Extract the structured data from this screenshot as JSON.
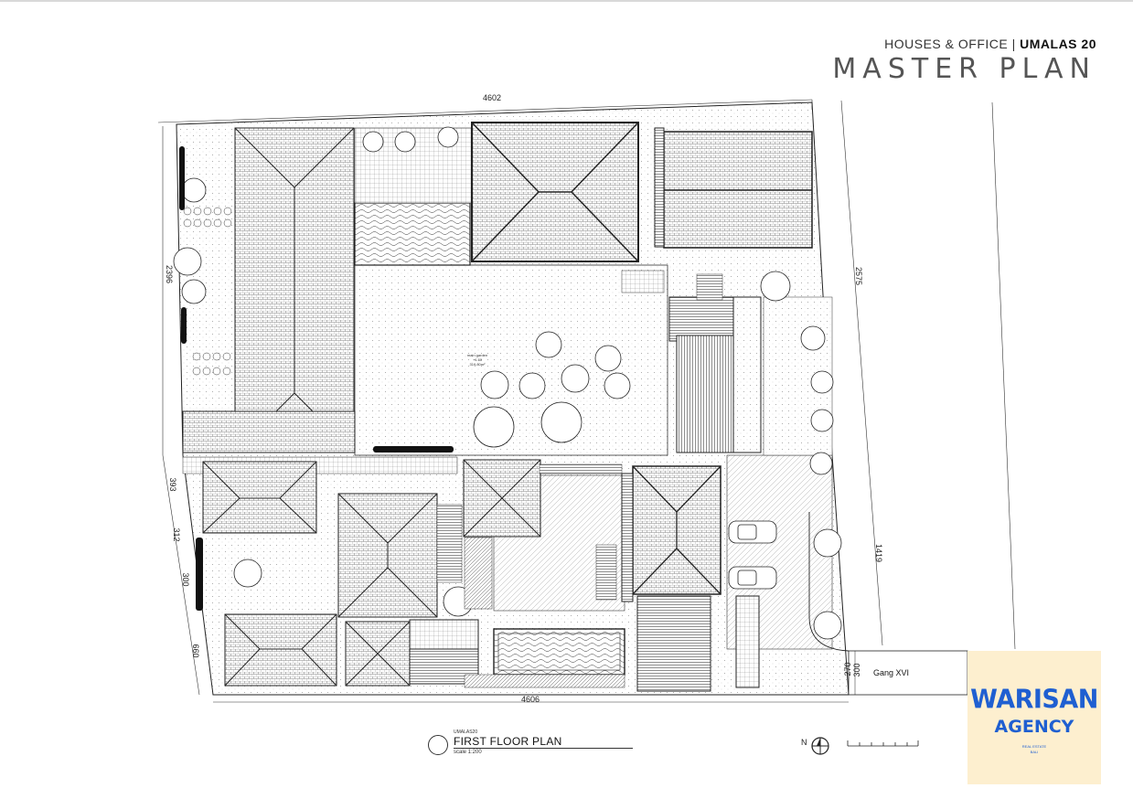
{
  "header": {
    "subtitle_prefix": "HOUSES & OFFICE |",
    "subtitle_project": "UMALAS 20",
    "title": "MASTER PLAN"
  },
  "dimensions": {
    "top": "4602",
    "bottom": "4606",
    "left_1": "2396",
    "left_2": "393",
    "left_3": "312",
    "left_4": "300",
    "left_5": "660",
    "right_1": "2575",
    "right_2": "1419",
    "right_3": "300",
    "right_4": "270"
  },
  "labels": {
    "road": "Gang XVI",
    "main_garden": "main garden",
    "main_garden_level": "+1.60",
    "main_garden_area": "319.80m²"
  },
  "plan_title": {
    "project": "UMALAS20",
    "title": "FIRST FLOOR PLAN",
    "scale": "scale 1:200"
  },
  "north": {
    "label": "N"
  },
  "logo": {
    "line1": "WARISAN",
    "line2": "AGENCY",
    "line3": "REAL ESTATE",
    "line4": "BALI"
  },
  "colors": {
    "logo_bg": "#fdefcf",
    "logo_text": "#1f5fd1",
    "line": "#222222"
  }
}
